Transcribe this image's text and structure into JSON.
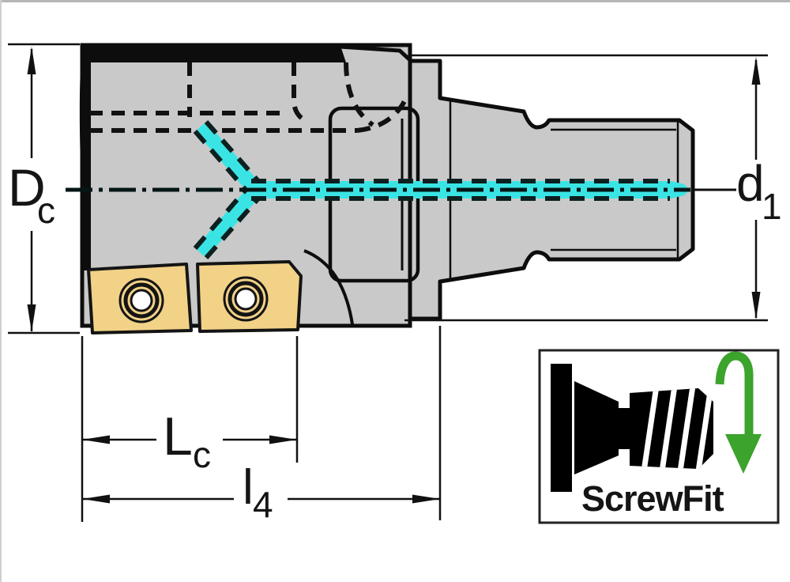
{
  "page": {
    "type": "technical-drawing",
    "subject": "milling cutter with ScrewFit adaption, side view with coolant channels",
    "background": "#ffffff",
    "frame_color": "#b6b6b6"
  },
  "colors": {
    "body_gray": "#c9c9c9",
    "outline_black": "#0d0d0d",
    "coolant_cyan": "#3be4e4",
    "insert_gold": "#f2d287",
    "arrow_green": "#3ca32c",
    "dimension_black": "#151515"
  },
  "dimensions": {
    "dc": {
      "main": "D",
      "sub": "c"
    },
    "d1": {
      "main": "d",
      "sub": "1"
    },
    "lc": {
      "main": "L",
      "sub": "c"
    },
    "l4": {
      "main": "l",
      "sub": "4"
    }
  },
  "logo": {
    "label": "ScrewFit",
    "icon": "screw-thread-icon",
    "arrow_icon": "rotation-arrow-down-icon",
    "arrow_color": "#3ca32c"
  }
}
